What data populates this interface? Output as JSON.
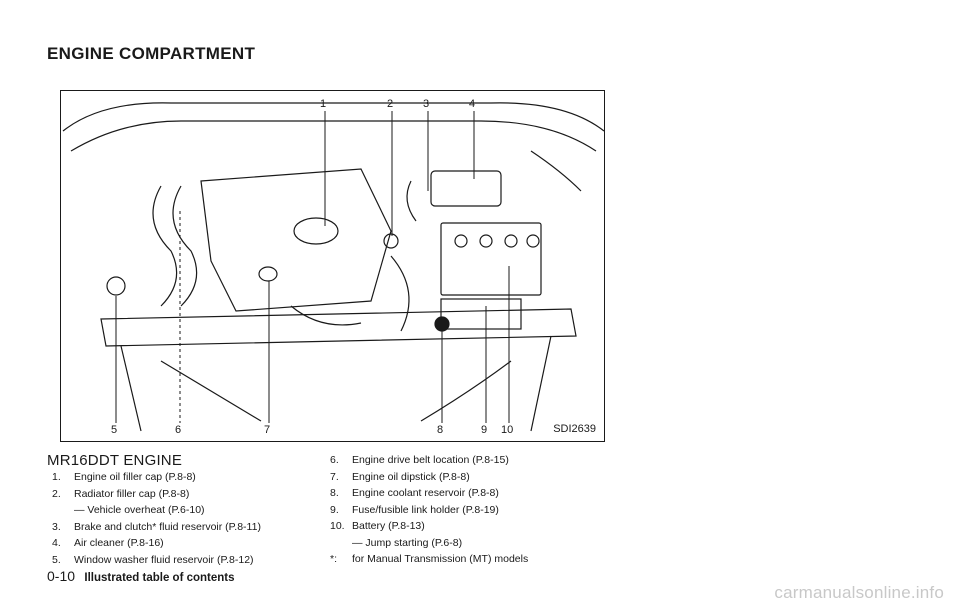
{
  "page": {
    "title": "ENGINE COMPARTMENT",
    "figure_code": "SDI2639",
    "callout_labels": [
      "1",
      "2",
      "3",
      "4",
      "5",
      "6",
      "7",
      "8",
      "9",
      "10"
    ],
    "engine_heading": "MR16DDT ENGINE",
    "left_items": [
      {
        "num": "1.",
        "text": "Engine oil filler cap (P.8-8)"
      },
      {
        "num": "2.",
        "text": "Radiator filler cap (P.8-8)"
      },
      {
        "sub": "— Vehicle overheat (P.6-10)"
      },
      {
        "num": "3.",
        "text": "Brake and clutch* fluid reservoir (P.8-11)"
      },
      {
        "num": "4.",
        "text": "Air cleaner (P.8-16)"
      },
      {
        "num": "5.",
        "text": "Window washer fluid reservoir (P.8-12)"
      }
    ],
    "right_items": [
      {
        "num": "6.",
        "text": "Engine drive belt location (P.8-15)"
      },
      {
        "num": "7.",
        "text": "Engine oil dipstick (P.8-8)"
      },
      {
        "num": "8.",
        "text": "Engine coolant reservoir (P.8-8)"
      },
      {
        "num": "9.",
        "text": "Fuse/fusible link holder (P.8-19)"
      },
      {
        "num": "10.",
        "text": "Battery (P.8-13)"
      },
      {
        "sub": "— Jump starting (P.6-8)"
      },
      {
        "num": "*:",
        "text": "for Manual Transmission (MT) models"
      }
    ]
  },
  "footer": {
    "page_number": "0-10",
    "section_title": "Illustrated table of contents"
  },
  "watermark": "carmanualsonline.info"
}
